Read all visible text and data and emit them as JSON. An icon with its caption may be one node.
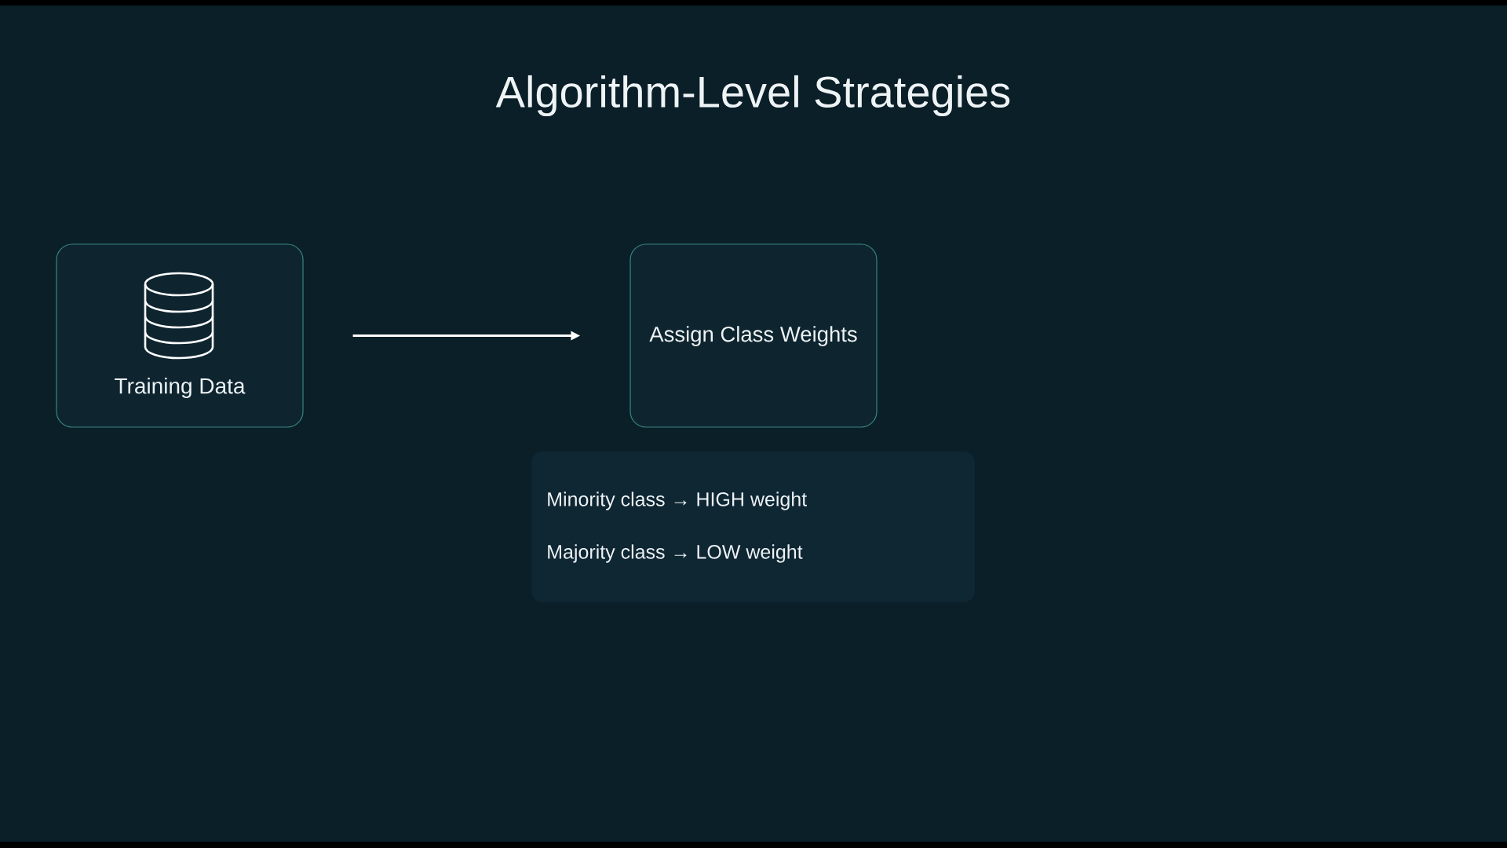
{
  "diagram": {
    "title": "Algorithm-Level Strategies",
    "nodes": [
      {
        "text": [
          "Training Data"
        ]
      },
      {
        "text": [
          "Assign Class Weights"
        ]
      },
      {
        "text": [
          "Minority class → HIGH weight",
          "Majority class → LOW weight"
        ]
      }
    ],
    "edges": [
      {
        "from": 0,
        "to": 1,
        "arrow": "to"
      }
    ]
  }
}
